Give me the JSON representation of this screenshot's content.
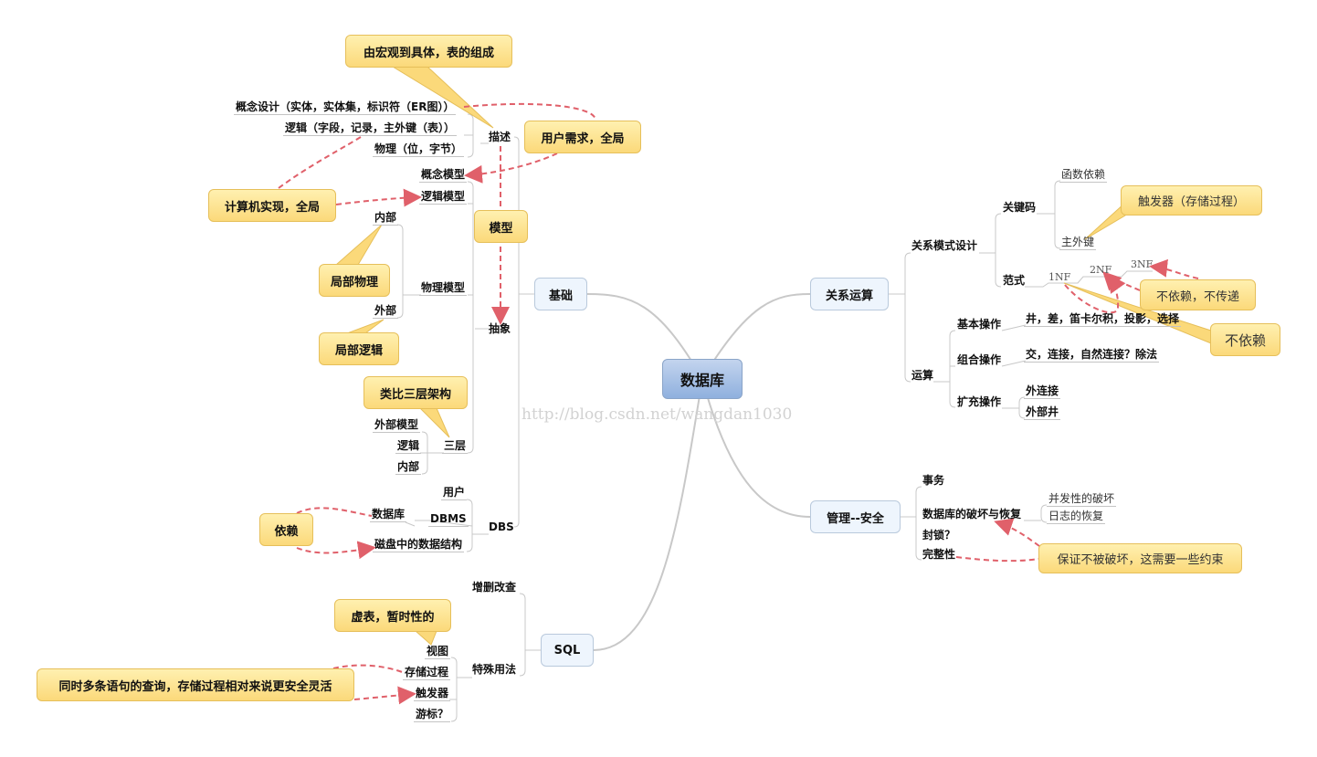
{
  "center": "数据库",
  "topics": {
    "basics": "基础",
    "sql": "SQL",
    "relational": "关系运算",
    "management": "管理--安全"
  },
  "basics": {
    "describe": "描述",
    "concept_design": "概念设计（实体，实体集，标识符（ER图））",
    "logic": "逻辑（字段，记录，主外键（表））",
    "physical": "物理（位，字节）",
    "concept_model": "概念模型",
    "logic_model": "逻辑模型",
    "inner": "内部",
    "physical_model": "物理模型",
    "outer": "外部",
    "abstract": "抽象",
    "outer_model": "外部模型",
    "logic2": "逻辑",
    "three_layer": "三层",
    "inner2": "内部",
    "user": "用户",
    "database": "数据库",
    "dbms": "DBMS",
    "disk": "磁盘中的数据结构",
    "dbs": "DBS"
  },
  "sql": {
    "crud": "增删改查",
    "special": "特殊用法",
    "view": "视图",
    "procedure": "存储过程",
    "trigger": "触发器",
    "cursor": "游标？"
  },
  "relational": {
    "schema_design": "关系模式设计",
    "key": "关键码",
    "func_dep": "函数依赖",
    "pk_fk": "主外键",
    "normal_form": "范式",
    "nf1": "1NF",
    "nf2": "2NF",
    "nf3": "3NF",
    "ops": "运算",
    "basic_ops": "基本操作",
    "basic_ops_list": "井，差，笛卡尔积，投影，选择",
    "combo_ops": "组合操作",
    "combo_ops_list": "交，连接，自然连接？除法",
    "ext_ops": "扩充操作",
    "outer_join": "外连接",
    "outer_union": "外部井"
  },
  "management": {
    "transaction": "事务",
    "damage_recovery": "数据库的破坏与恢复",
    "concurrency": "并发性的破坏",
    "log_recovery": "日志的恢复",
    "lock": "封锁？",
    "integrity": "完整性"
  },
  "callouts": {
    "macro": "由宏观到具体，表的组成",
    "user_need": "用户需求，全局",
    "computer_impl": "计算机实现，全局",
    "model": "模型",
    "local_physical": "局部物理",
    "local_logic": "局部逻辑",
    "three_tier": "类比三层架构",
    "depend": "依赖",
    "virtual_table": "虚表，暂时性的",
    "multi_query": "同时多条语句的查询，存储过程相对来说更安全灵活",
    "trigger_proc": "触发器（存储过程）",
    "no_dep_no_trans": "不依赖，不传递",
    "no_dep": "不依赖",
    "constraint": "保证不被破坏，这需要一些约束"
  },
  "watermark": "http://blog.csdn.net/wangdan1030"
}
